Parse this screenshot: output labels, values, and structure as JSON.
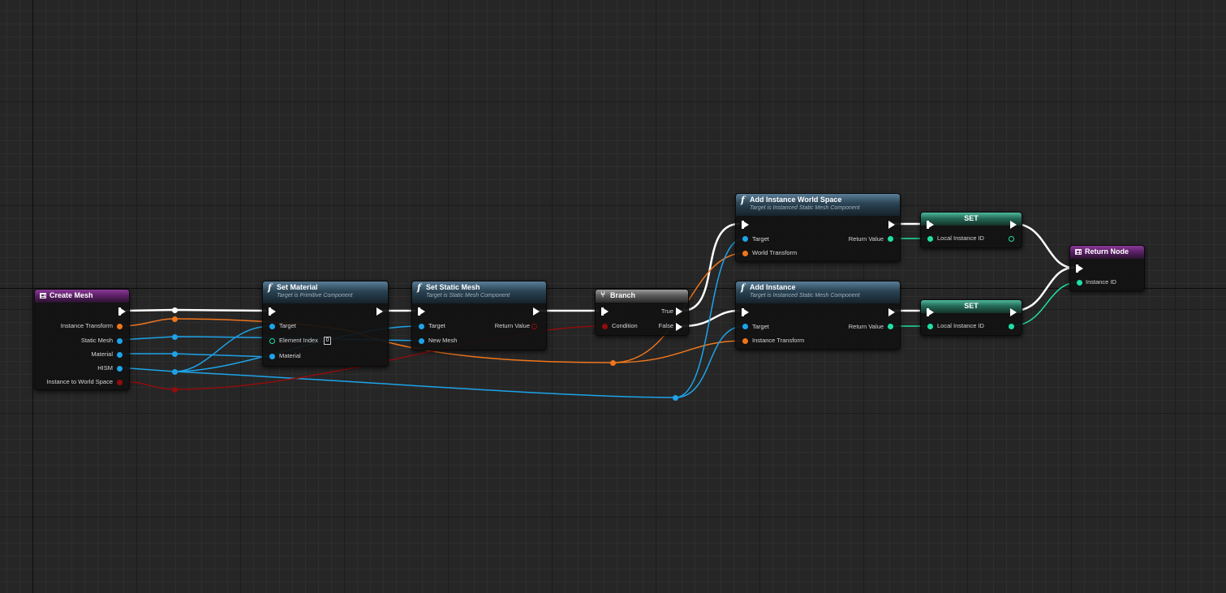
{
  "colors": {
    "exec": "#ffffff",
    "transform": "#f0761c",
    "object": "#1ea3e8",
    "bool": "#8f0d0d",
    "integer": "#1ee0a5",
    "function_header": "#2a4252",
    "event_header": "#5e2068",
    "set_header": "#256a58"
  },
  "nodes": {
    "create_mesh": {
      "title": "Create Mesh",
      "pins": [
        "Instance Transform",
        "Static Mesh",
        "Material",
        "HISM",
        "Instance to World Space"
      ]
    },
    "set_material": {
      "title": "Set Material",
      "subtitle": "Target is Primitive Component",
      "pins": {
        "target": "Target",
        "element_index": "Element Index",
        "element_index_value": "0",
        "material": "Material"
      }
    },
    "set_static_mesh": {
      "title": "Set Static Mesh",
      "subtitle": "Target is Static Mesh Component",
      "pins": {
        "target": "Target",
        "new_mesh": "New Mesh",
        "return_value": "Return Value"
      }
    },
    "branch": {
      "title": "Branch",
      "pins": {
        "condition": "Condition",
        "true": "True",
        "false": "False"
      }
    },
    "add_instance_world": {
      "title": "Add Instance World Space",
      "subtitle": "Target is Instanced Static Mesh Component",
      "pins": {
        "target": "Target",
        "world_transform": "World Transform",
        "return_value": "Return Value"
      }
    },
    "add_instance": {
      "title": "Add Instance",
      "subtitle": "Target is Instanced Static Mesh Component",
      "pins": {
        "target": "Target",
        "instance_transform": "Instance Transform",
        "return_value": "Return Value"
      }
    },
    "set_top": {
      "title": "SET",
      "pins": {
        "local_instance_id": "Local Instance ID"
      }
    },
    "set_bottom": {
      "title": "SET",
      "pins": {
        "local_instance_id": "Local Instance ID"
      }
    },
    "return_node": {
      "title": "Return Node",
      "pins": {
        "instance_id": "Instance ID"
      }
    }
  }
}
